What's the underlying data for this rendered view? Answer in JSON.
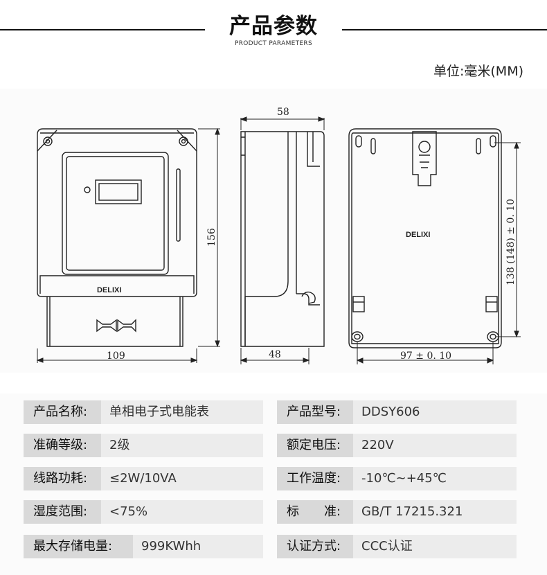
{
  "header": {
    "title": "产品参数",
    "subtitle": "PRODUCT PARAMETERS"
  },
  "unit": "单位:毫米(MM)",
  "drawing": {
    "front": {
      "brand": "DELIXI",
      "width_label": "109",
      "height_label": "156"
    },
    "side": {
      "top_label": "58",
      "bottom_label": "48"
    },
    "back": {
      "brand": "DELIXI",
      "width_label": "97 ± 0. 10",
      "height_label": "138 (148) ± 0. 10"
    }
  },
  "specs": [
    {
      "label1": "产品名称:",
      "value1": "单相电子式电能表",
      "label2": "产品型号:",
      "value2": "DDSY606"
    },
    {
      "label1": "准确等级:",
      "value1": "2级",
      "label2": "额定电压:",
      "value2": "220V"
    },
    {
      "label1": "线路功耗:",
      "value1": "≤2W/10VA",
      "label2": "工作温度:",
      "value2": "-10℃~+45℃"
    },
    {
      "label1": "湿度范围:",
      "value1": "<75%",
      "label2": "标　　准:",
      "value2": "GB/T 17215.321"
    },
    {
      "label1": "最大存储电量:",
      "value1": "999KWhh",
      "label2": "认证方式:",
      "value2": "CCC认证"
    }
  ]
}
